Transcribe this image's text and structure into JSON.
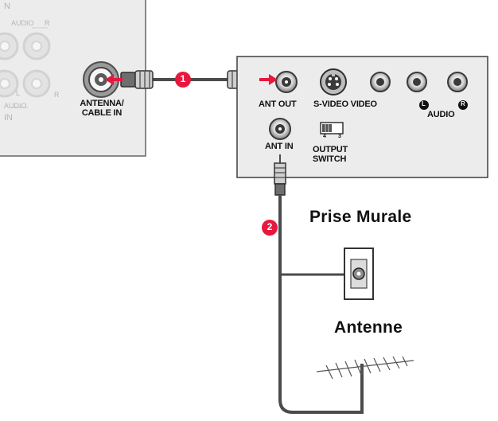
{
  "tv_panel": {
    "corner_letter": "N",
    "audio_top": "AUDIO",
    "r_top": "R",
    "l_letter": "L",
    "r_bottom": "R",
    "audio_bottom": "AUDIO",
    "in_label": "IN",
    "antenna_label_line1": "ANTENNA/",
    "antenna_label_line2": "CABLE IN"
  },
  "device_panel": {
    "ant_out": "ANT OUT",
    "s_video_video": "S-VIDEO VIDEO",
    "audio": "AUDIO",
    "audio_left_marker": "L",
    "audio_right_marker": "R",
    "ant_in": "ANT IN",
    "switch_ch_a": "4",
    "switch_ch_b": "3",
    "output_switch_line1": "OUTPUT",
    "output_switch_line2": "SWITCH"
  },
  "steps": {
    "step1": "1",
    "step2": "2"
  },
  "sources": {
    "wall_outlet_label": "Prise Murale",
    "antenna_label": "Antenne"
  },
  "colors": {
    "step_badge": "#e8173d",
    "arrow": "#e8173d",
    "panel_fill": "#ececec",
    "panel_border": "#4a4a4a",
    "cable": "#4b4b4b"
  }
}
